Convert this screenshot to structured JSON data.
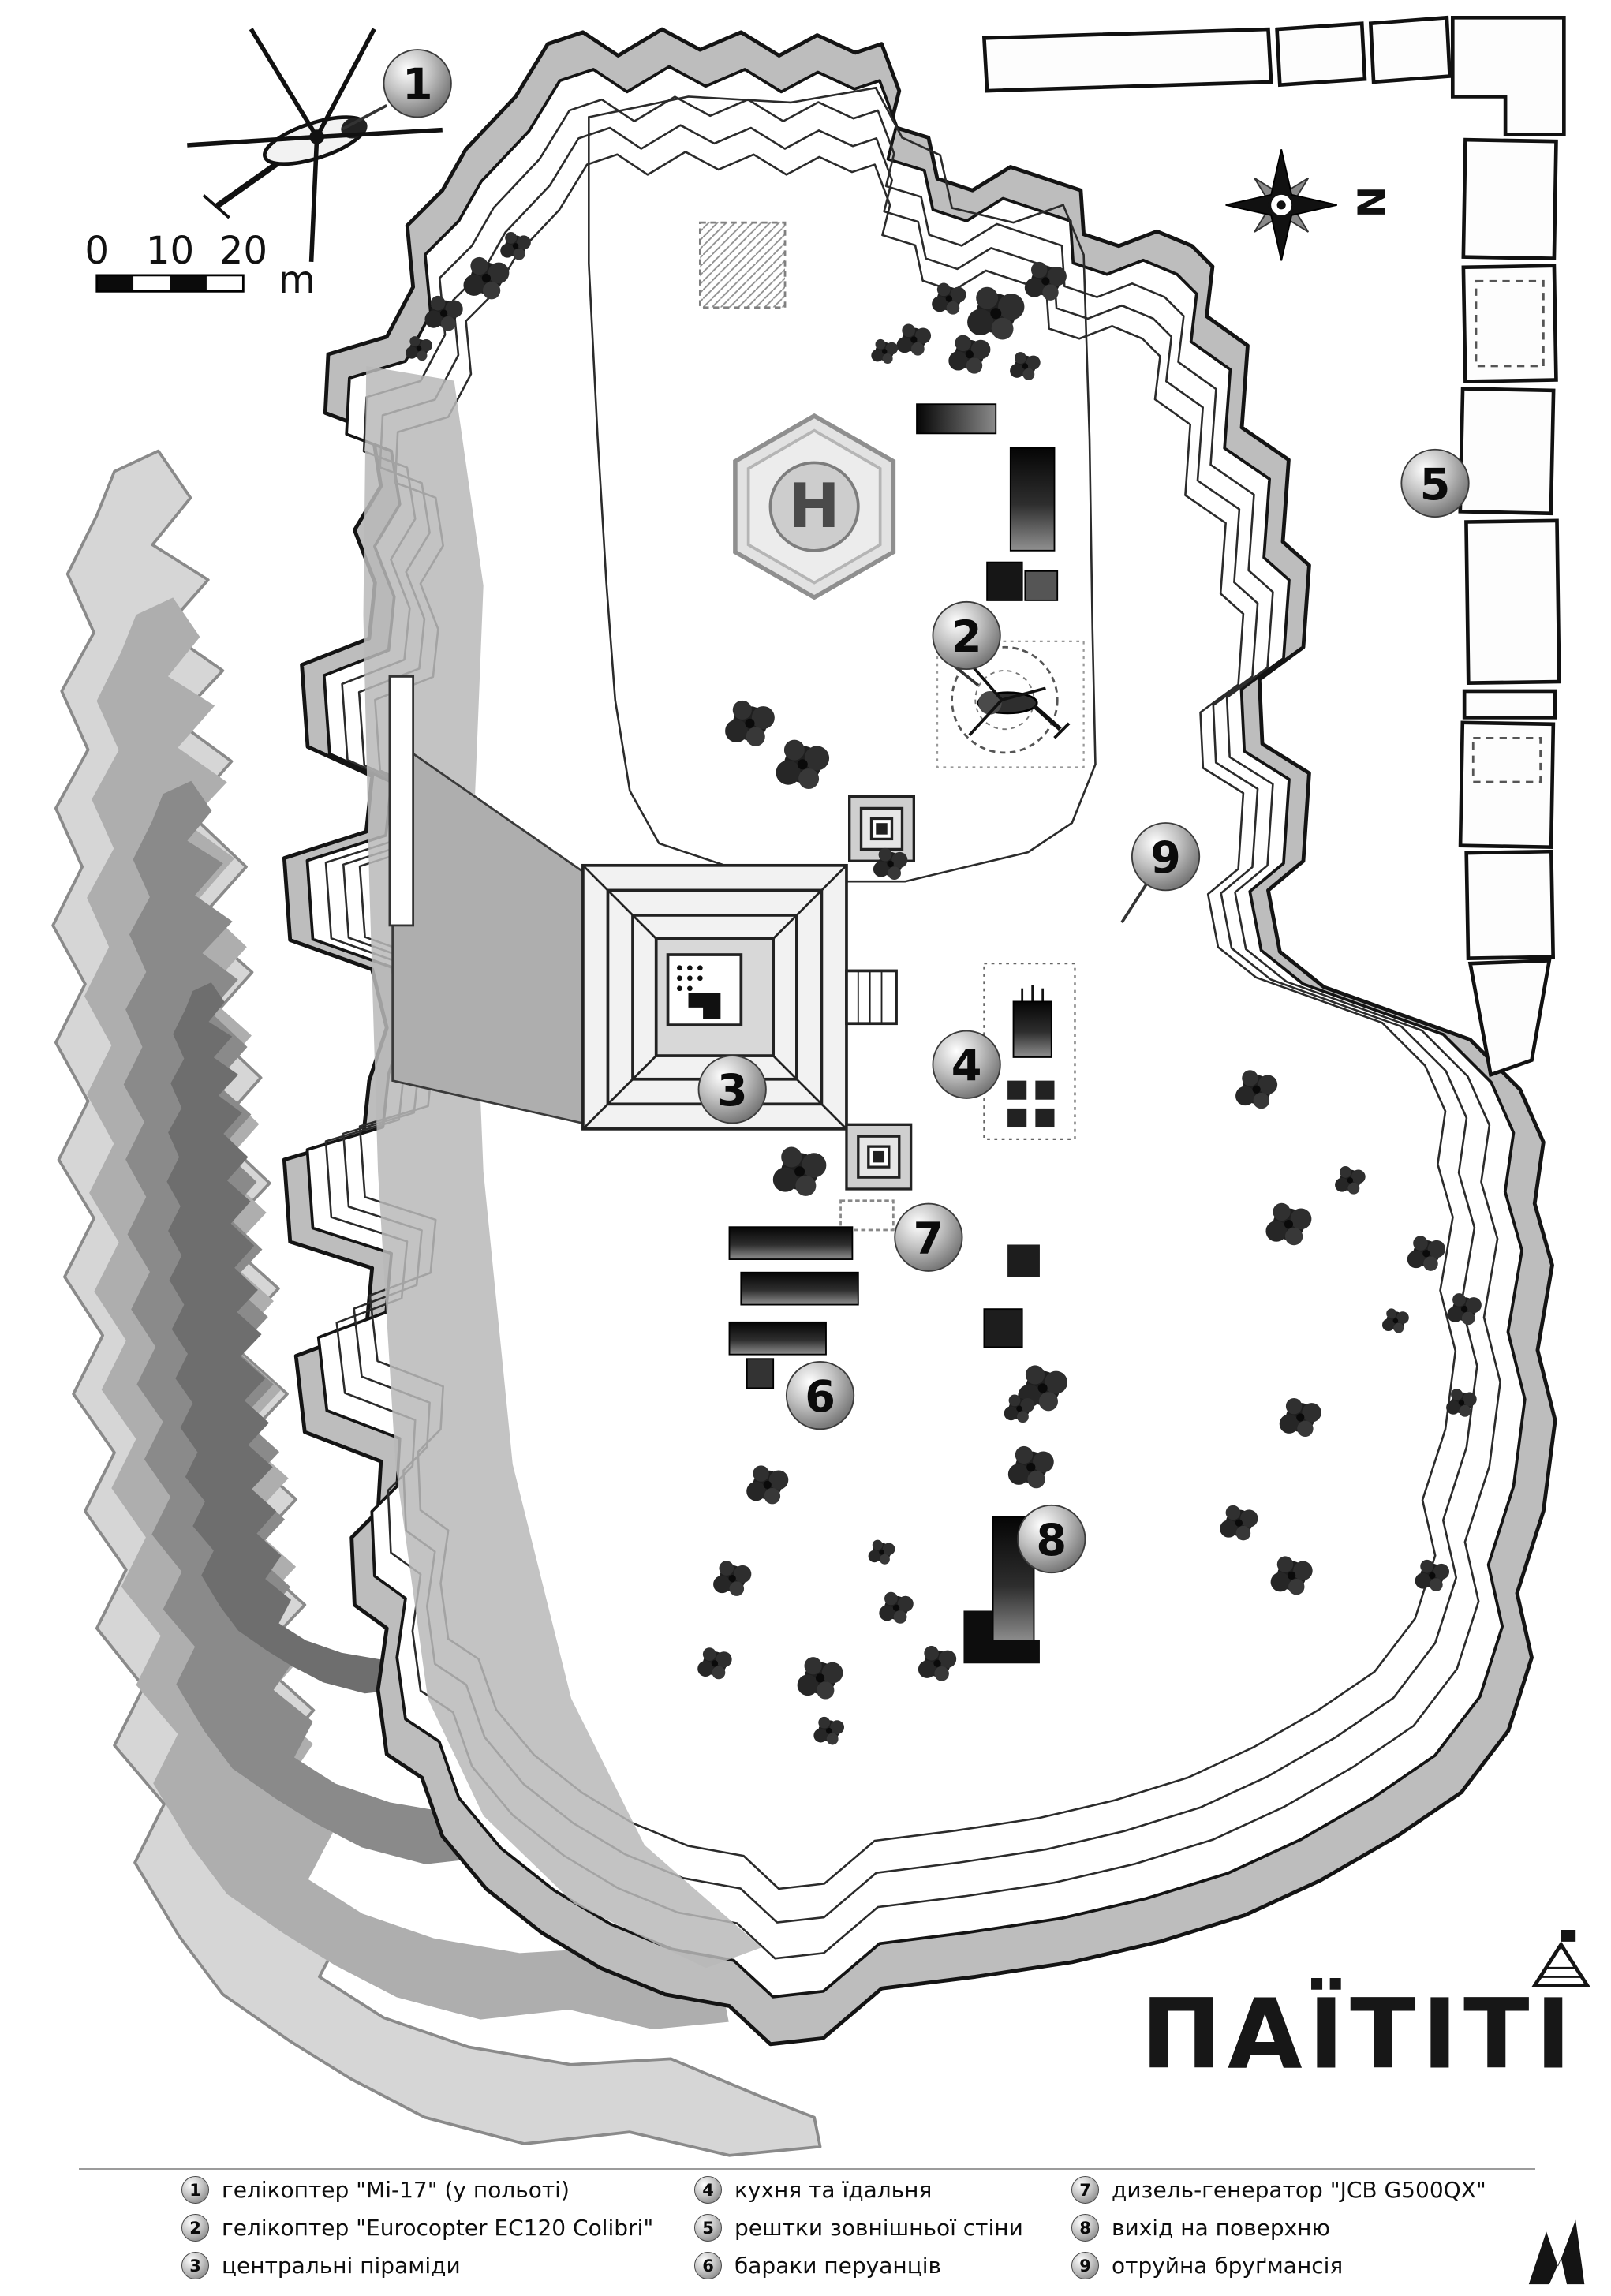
{
  "title": "ПАЇТІТІ",
  "compass_label": "N",
  "helipad_label": "H",
  "scale": {
    "labels": [
      "0",
      "10",
      "20"
    ],
    "unit": "m"
  },
  "markers": [
    {
      "num": "1"
    },
    {
      "num": "2"
    },
    {
      "num": "3"
    },
    {
      "num": "4"
    },
    {
      "num": "5"
    },
    {
      "num": "6"
    },
    {
      "num": "7"
    },
    {
      "num": "8"
    },
    {
      "num": "9"
    }
  ],
  "legend": {
    "items": [
      {
        "num": "1",
        "text": "гелікоптер \"Мі-17\" (у польоті)"
      },
      {
        "num": "2",
        "text": "гелікоптер \"Eurocopter EC120 Colibri\""
      },
      {
        "num": "3",
        "text": "центральні піраміди"
      },
      {
        "num": "4",
        "text": "кухня та їдальня"
      },
      {
        "num": "5",
        "text": "рештки зовнішньої стіни"
      },
      {
        "num": "6",
        "text": "бараки перуанців"
      },
      {
        "num": "7",
        "text": "дизель-генератор \"JCB G500QX\""
      },
      {
        "num": "8",
        "text": "вихід на поверхню"
      },
      {
        "num": "9",
        "text": "отруйна бруґмансія"
      }
    ]
  },
  "colors": {
    "ink": "#141414",
    "rampart_gray": "#bdbdbd",
    "swamp_gray": "#8a8a8a",
    "paper": "#ffffff"
  }
}
